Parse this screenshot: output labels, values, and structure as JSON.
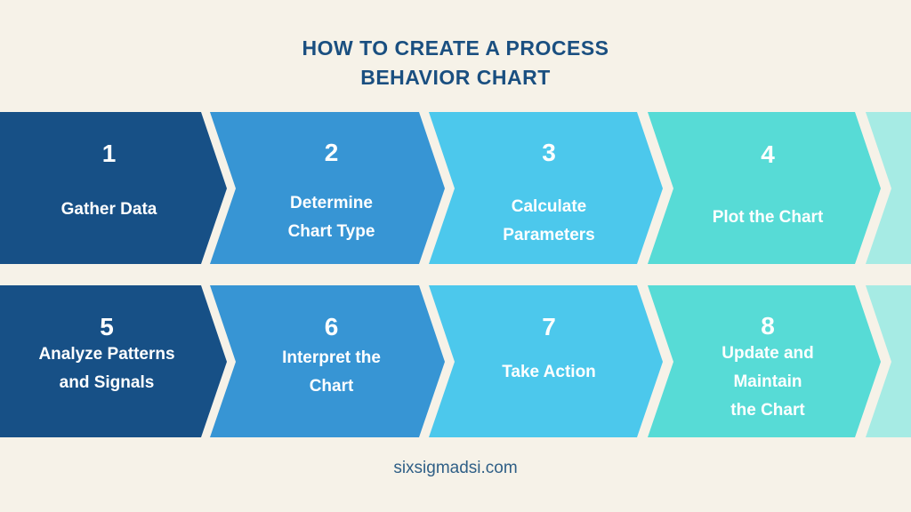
{
  "title": {
    "line1": "HOW TO CREATE A PROCESS",
    "line2": "BEHAVIOR CHART"
  },
  "colors": {
    "background": "#f6f2e8",
    "title": "#1a4f80",
    "step_col1": "#175086",
    "step_col2": "#3795d4",
    "step_col3": "#4cc8ec",
    "step_col4": "#57dbd6",
    "step_col5": "#a6ebe4"
  },
  "steps": [
    {
      "num": "1",
      "label": [
        "Gather Data"
      ]
    },
    {
      "num": "2",
      "label": [
        "Determine",
        "Chart Type"
      ]
    },
    {
      "num": "3",
      "label": [
        "Calculate",
        "Parameters"
      ]
    },
    {
      "num": "4",
      "label": [
        "Plot the Chart"
      ]
    },
    {
      "num": "5",
      "label": [
        "Analyze Patterns",
        "and Signals"
      ]
    },
    {
      "num": "6",
      "label": [
        "Interpret the",
        "Chart"
      ]
    },
    {
      "num": "7",
      "label": [
        "Take Action"
      ]
    },
    {
      "num": "8",
      "label": [
        "Update and",
        "Maintain",
        "the Chart"
      ]
    }
  ],
  "footer": "sixsigmadsi.com"
}
